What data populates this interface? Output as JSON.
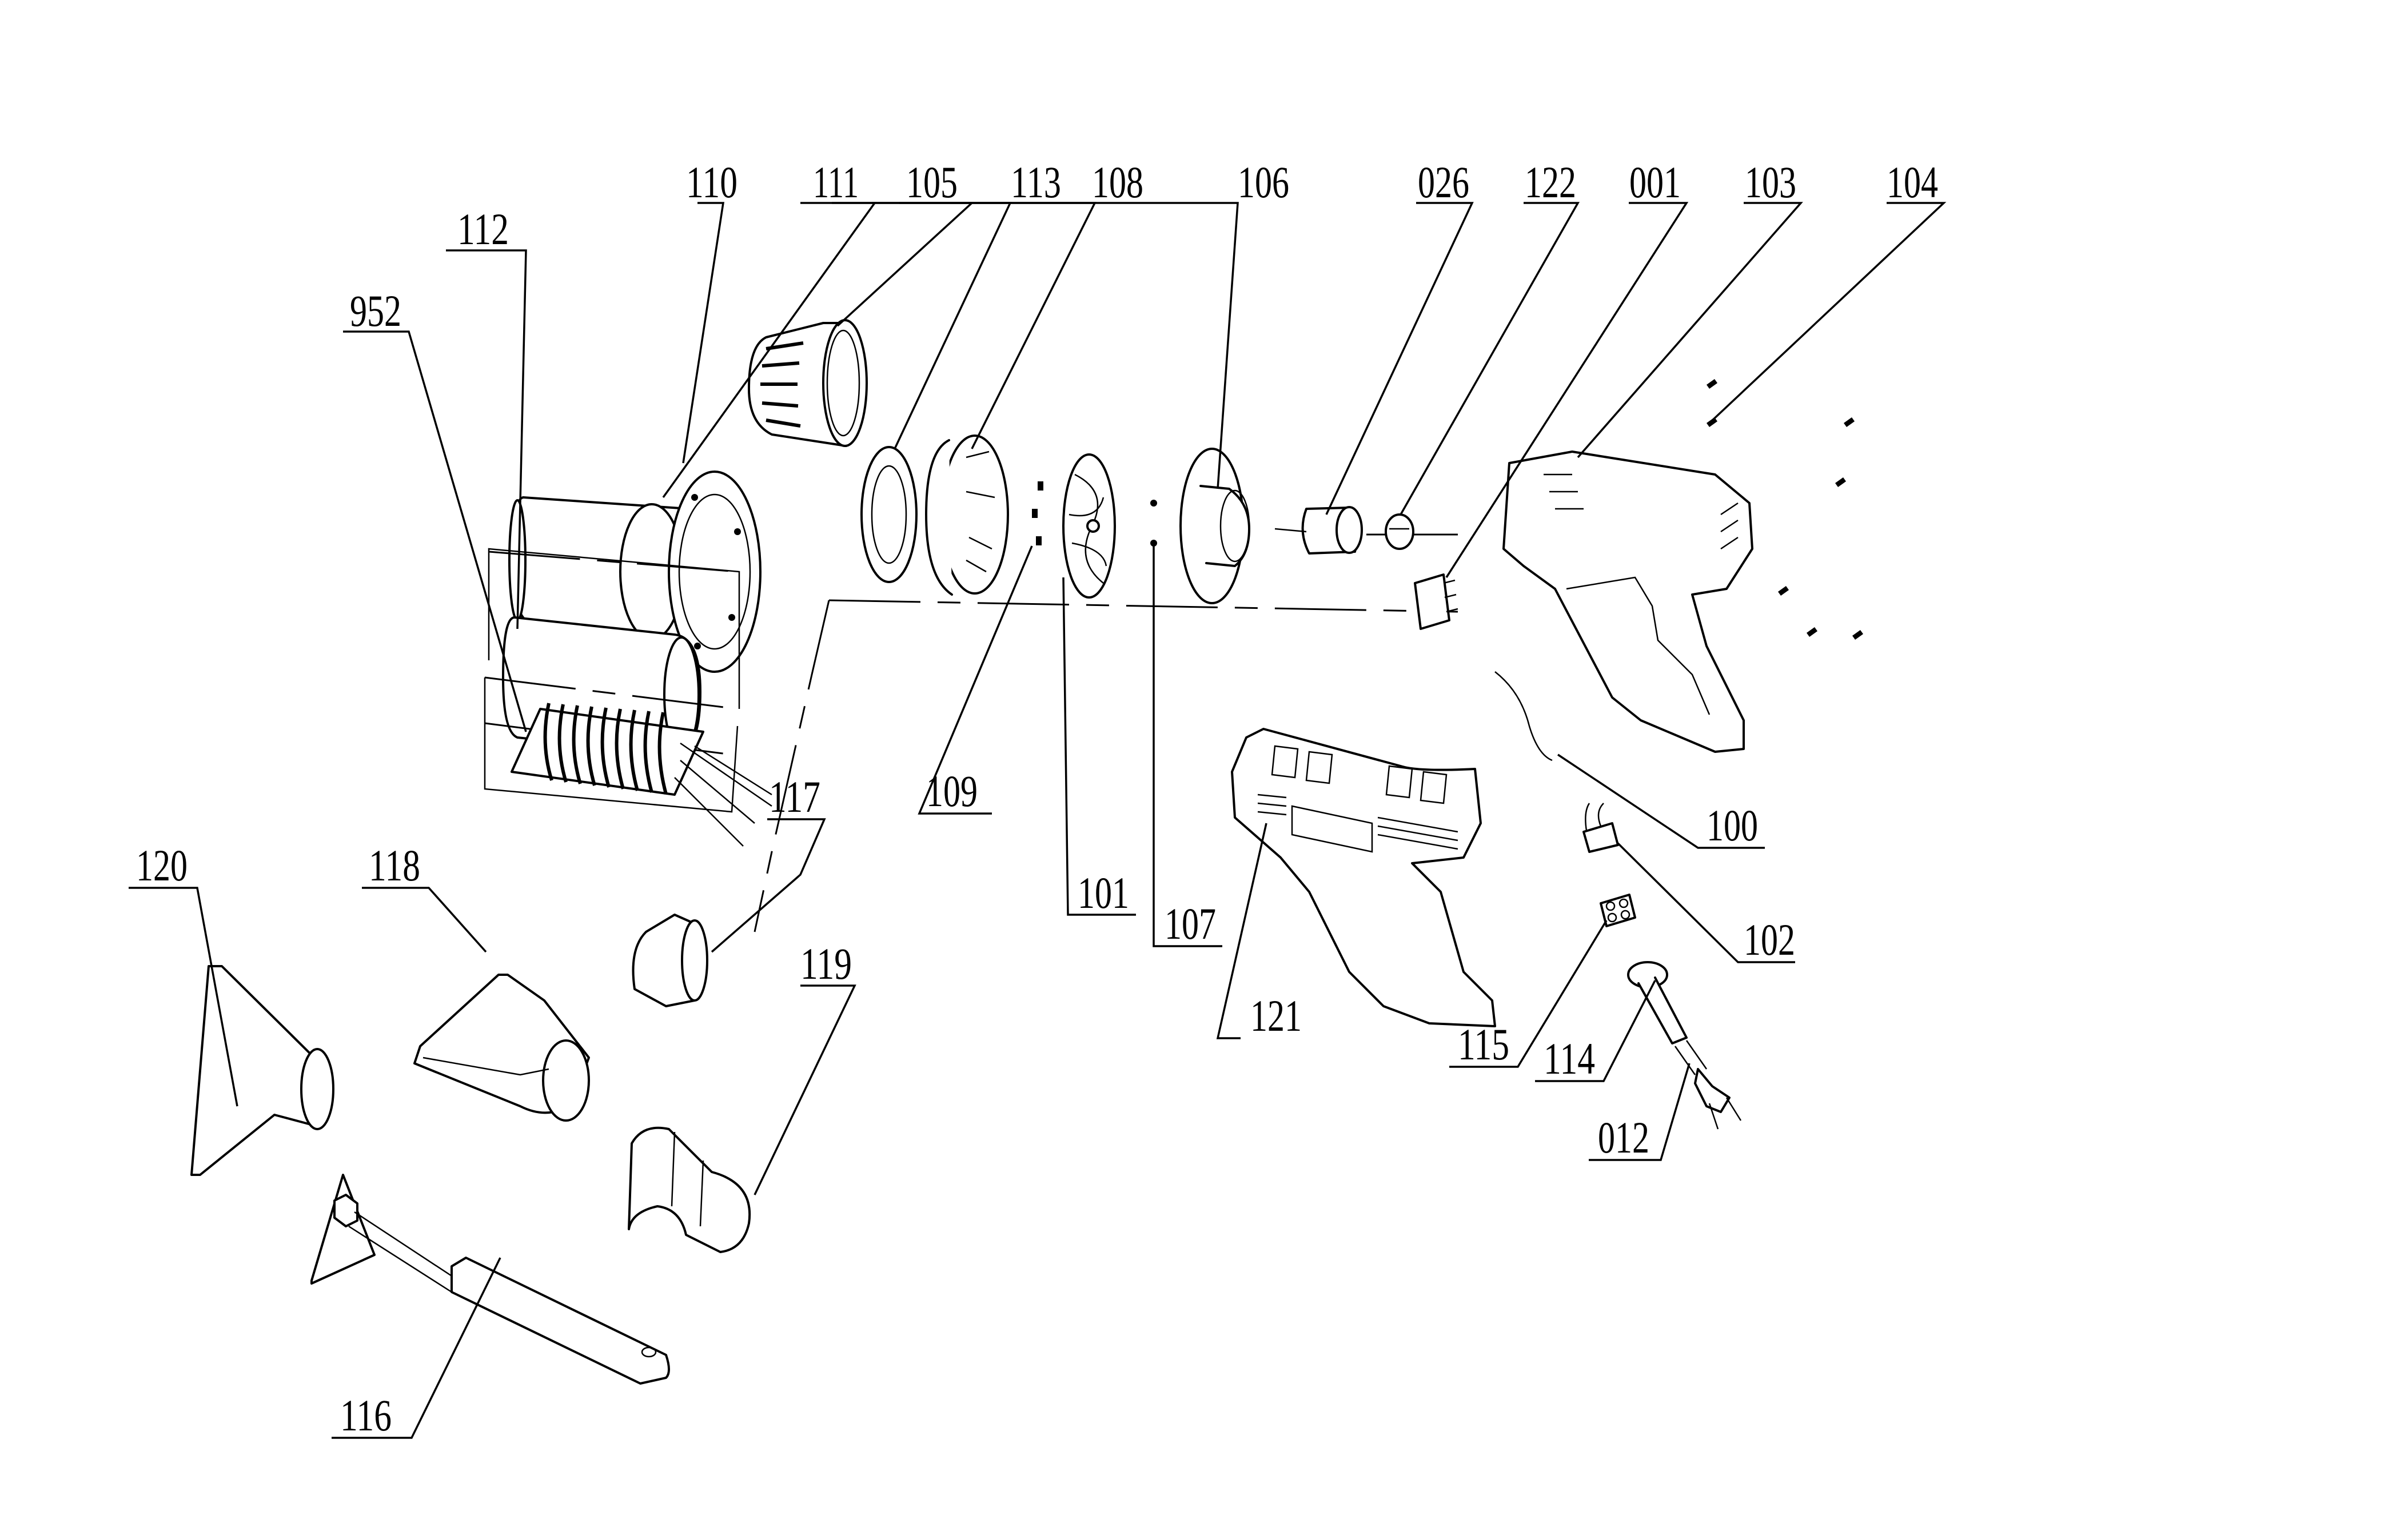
{
  "title": "Heat gun exploded parts diagram",
  "background_color": "#ffffff",
  "line_color": "#000000",
  "callouts": [
    {
      "id": "110",
      "part": "heating-tube-outer"
    },
    {
      "id": "111",
      "part": "tube-flange-ring"
    },
    {
      "id": "105",
      "part": "nozzle-ring"
    },
    {
      "id": "113",
      "part": "flange-gasket"
    },
    {
      "id": "108",
      "part": "fan-housing"
    },
    {
      "id": "106",
      "part": "motor-bracket"
    },
    {
      "id": "026",
      "part": "motor"
    },
    {
      "id": "122",
      "part": "spacer-washer"
    },
    {
      "id": "001",
      "part": "switch"
    },
    {
      "id": "103",
      "part": "right-housing"
    },
    {
      "id": "104",
      "part": "screws"
    },
    {
      "id": "112",
      "part": "mica-tube"
    },
    {
      "id": "952",
      "part": "heating-element"
    },
    {
      "id": "109",
      "part": "small-screw"
    },
    {
      "id": "101",
      "part": "fan-impeller"
    },
    {
      "id": "107",
      "part": "nut"
    },
    {
      "id": "121",
      "part": "wire"
    },
    {
      "id": "100",
      "part": "thermal-fuse"
    },
    {
      "id": "102",
      "part": "left-housing"
    },
    {
      "id": "117",
      "part": "reducer-nozzle"
    },
    {
      "id": "120",
      "part": "flat-nozzle"
    },
    {
      "id": "118",
      "part": "glass-protector-nozzle"
    },
    {
      "id": "119",
      "part": "reflector-nozzle"
    },
    {
      "id": "115",
      "part": "terminal-block"
    },
    {
      "id": "114",
      "part": "cable-sleeve"
    },
    {
      "id": "012",
      "part": "power-cord-plug"
    },
    {
      "id": "116",
      "part": "scraper"
    }
  ]
}
